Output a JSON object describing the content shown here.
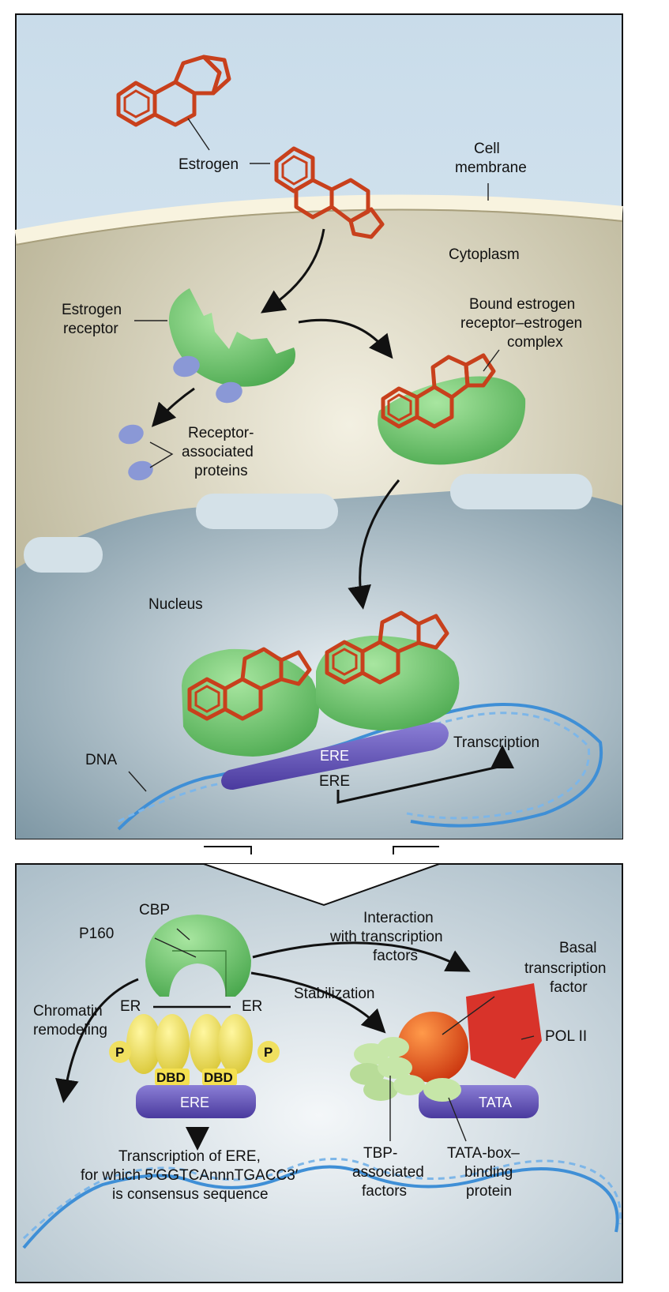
{
  "top_panel": {
    "labels": {
      "estrogen": "Estrogen",
      "cell_membrane_1": "Cell",
      "cell_membrane_2": "membrane",
      "cytoplasm": "Cytoplasm",
      "estrogen_receptor_1": "Estrogen",
      "estrogen_receptor_2": "receptor",
      "bound_1": "Bound estrogen",
      "bound_2": "receptor–estrogen",
      "bound_3": "complex",
      "rap_1": "Receptor-",
      "rap_2": "associated",
      "rap_3": "proteins",
      "nucleus": "Nucleus",
      "dna": "DNA",
      "ere_bar": "ERE",
      "ere_small": "ERE",
      "transcription": "Transcription"
    }
  },
  "bottom_panel": {
    "labels": {
      "cbp": "CBP",
      "p160": "P160",
      "interaction_1": "Interaction",
      "interaction_2": "with transcription",
      "interaction_3": "factors",
      "basal_1": "Basal",
      "basal_2": "transcription",
      "basal_3": "factor",
      "stabilization": "Stabilization",
      "er_left": "ER",
      "er_right": "ER",
      "chromatin_1": "Chromatin",
      "chromatin_2": "remodeling",
      "p_left": "P",
      "p_right": "P",
      "dbd_left": "DBD",
      "dbd_right": "DBD",
      "ere": "ERE",
      "tata": "TATA",
      "pol2": "POL II",
      "trans_ere_1": "Transcription of ERE,",
      "trans_ere_2": "for which 5′GGTCAnnnTGACC3′",
      "trans_ere_3": "is consensus sequence",
      "tbp_1": "TBP-",
      "tbp_2": "associated",
      "tbp_3": "factors",
      "tatabox_1": "TATA-box–",
      "tatabox_2": "binding",
      "tatabox_3": "protein"
    }
  },
  "colors": {
    "estrogen_ring": "#c8401c",
    "receptor": "#7ccf7a",
    "receptor_proteins": "#8a98d6",
    "ere_bar": "#5b4bb0",
    "dna": "#3f8fd6",
    "membrane": "#f7f1dc",
    "cytoplasm": "#c8c2a4",
    "nucleus": "#a9bcc6",
    "pol2": "#d8332a",
    "basal_factor": "#e0541c",
    "tbp_factors": "#c6e6a8",
    "phosphate": "#f0e060"
  }
}
